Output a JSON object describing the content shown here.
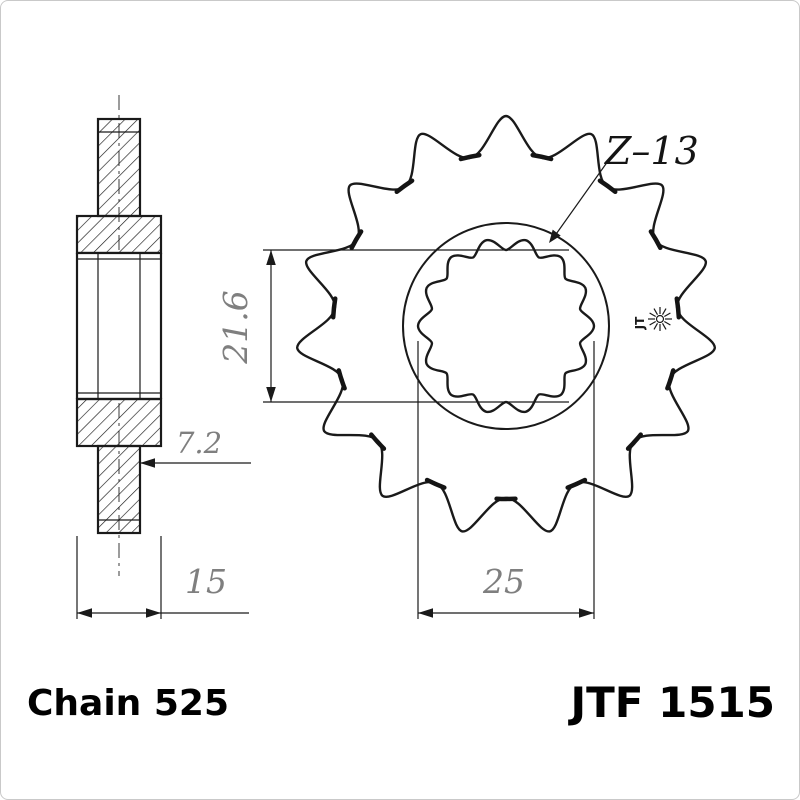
{
  "labels": {
    "teeth_callout": "Z–13",
    "brand_mark": "JT",
    "chain": "Chain 525",
    "part_number": "JTF 1515"
  },
  "dimensions": {
    "overall_width": "15",
    "tooth_width": "7.2",
    "bore_minor_diameter": "21.6",
    "bore_major_diameter": "25"
  },
  "colors": {
    "line": "#1a1a1a",
    "dimension_text": "#7f7f7f",
    "label_text": "#000000",
    "background": "#ffffff",
    "border": "#cccccc"
  }
}
